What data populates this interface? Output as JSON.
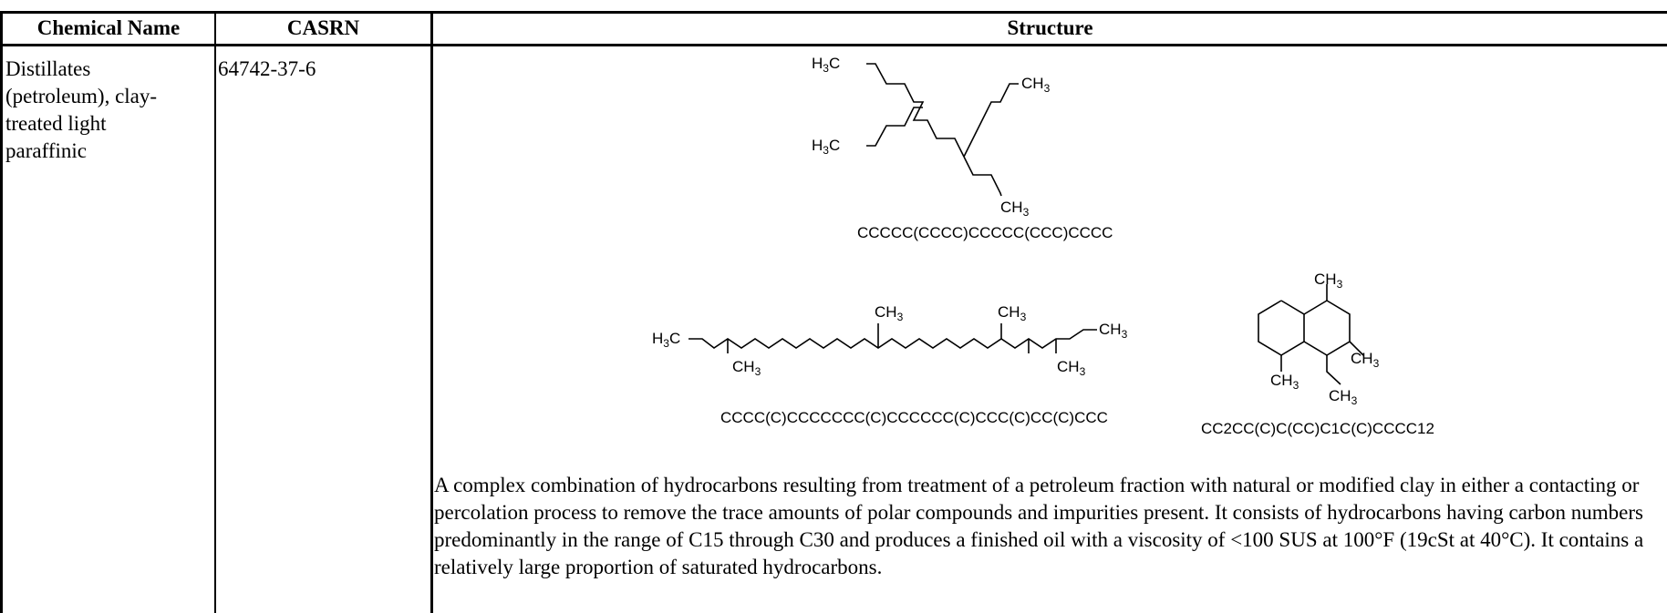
{
  "table": {
    "headers": {
      "chemical_name": "Chemical Name",
      "casrn": "CASRN",
      "structure": "Structure"
    },
    "row": {
      "chemical_name_lines": [
        "Distillates",
        "(petroleum), clay-",
        "treated light",
        "paraffinic"
      ],
      "casrn": "64742-37-6",
      "structures": [
        {
          "smiles": "CCCCC(CCCC)CCCCC(CCC)CCCC"
        },
        {
          "smiles": "CCCC(C)CCCCCCC(C)CCCCCC(C)CCC(C)CC(C)CCC"
        },
        {
          "smiles": "CC2CC(C)C(CC)C1C(C)CCCC12"
        }
      ],
      "description": "A complex combination of hydrocarbons resulting from treatment of a petroleum fraction with natural or modified clay in either a contacting or percolation process to remove the trace amounts of polar compounds and impurities present.  It consists of hydrocarbons having carbon numbers predominantly in the range of C15 through C30 and produces a finished oil with a viscosity of <100 SUS at 100°F (19cSt at 40°C).  It contains a relatively large proportion of saturated hydrocarbons."
    }
  },
  "atom_labels": {
    "h3c": "H3C",
    "ch3": "CH3"
  }
}
